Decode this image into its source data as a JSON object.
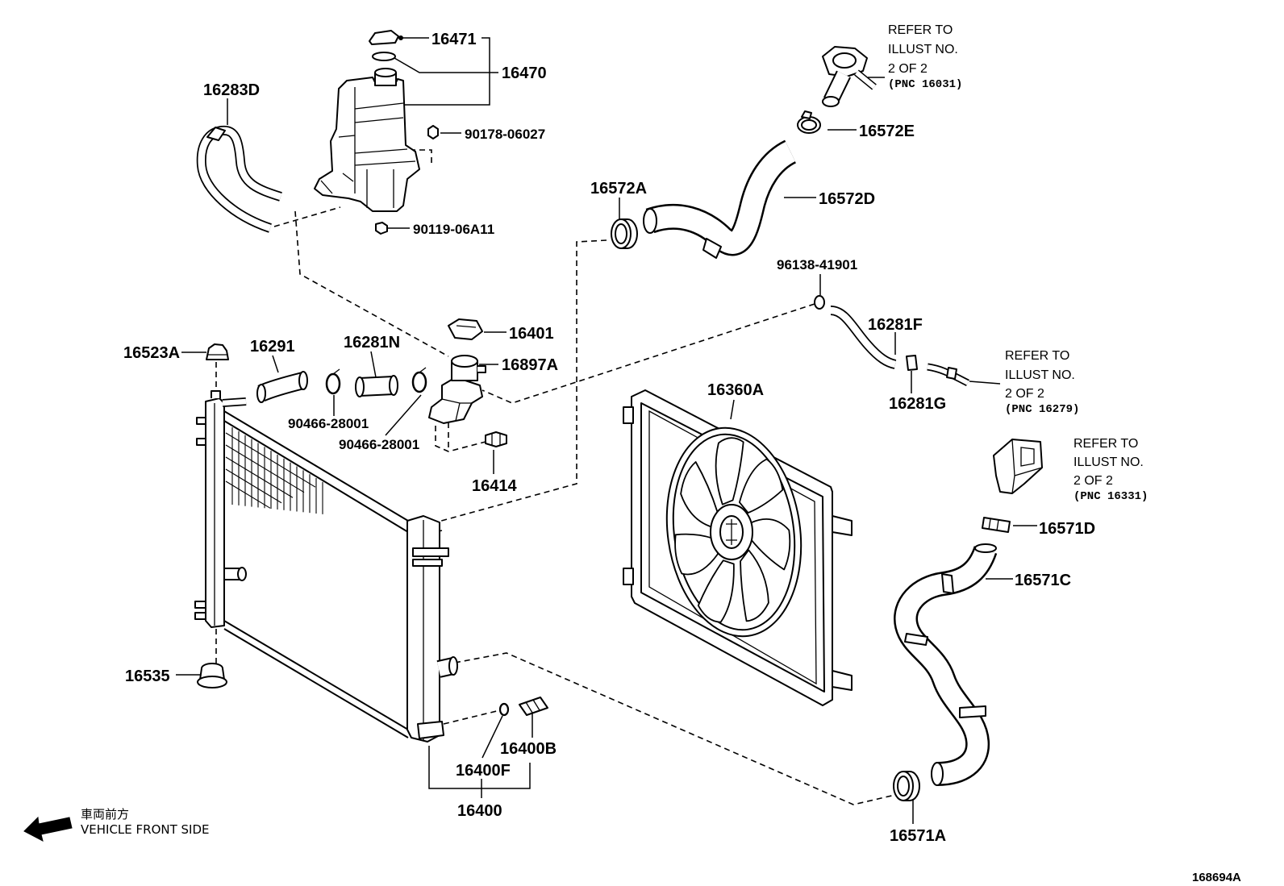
{
  "labels": {
    "p16471": "16471",
    "p16470": "16470",
    "p16283D": "16283D",
    "p90178_06027": "90178-06027",
    "p90119_06A11": "90119-06A11",
    "p16401": "16401",
    "p16523A": "16523A",
    "p16291": "16291",
    "p16281N": "16281N",
    "p16897A": "16897A",
    "p90466_28001_a": "90466-28001",
    "p90466_28001_b": "90466-28001",
    "p16414": "16414",
    "p16535": "16535",
    "p16400B": "16400B",
    "p16400F": "16400F",
    "p16400": "16400",
    "p16572A": "16572A",
    "p16572E": "16572E",
    "p16572D": "16572D",
    "p96138_41901": "96138-41901",
    "p16281F": "16281F",
    "p16281G": "16281G",
    "p16360A": "16360A",
    "p16571D": "16571D",
    "p16571C": "16571C",
    "p16571A": "16571A"
  },
  "refer_notes": [
    {
      "line1": "REFER TO",
      "line2": "ILLUST NO.",
      "line3": "2 OF 2",
      "line4": "(PNC 16031)"
    },
    {
      "line1": "REFER TO",
      "line2": "ILLUST NO.",
      "line3": "2 OF 2",
      "line4": "(PNC 16279)"
    },
    {
      "line1": "REFER TO",
      "line2": "ILLUST NO.",
      "line3": "2 OF 2",
      "line4": "(PNC 16331)"
    }
  ],
  "direction": {
    "jp": "車両前方",
    "en": "VEHICLE FRONT SIDE",
    "icon": "arrow-left-down-icon"
  },
  "illustration_id": "168694A"
}
